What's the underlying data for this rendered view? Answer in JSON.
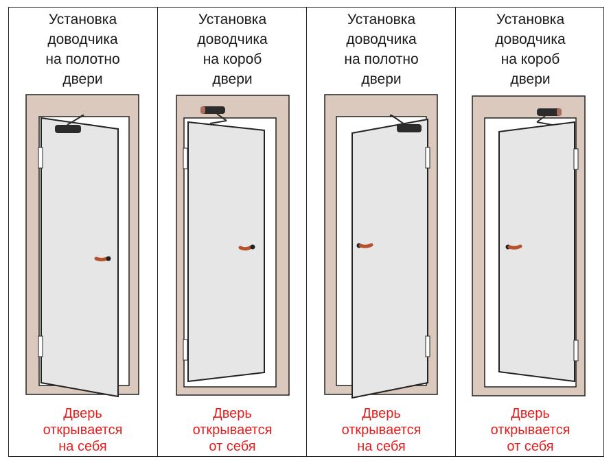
{
  "colors": {
    "frame": "#dcc9bd",
    "frame_stroke": "#222222",
    "leaf": "#e6e6e6",
    "closer": "#2b2b2b",
    "closer_frame": "#a86f5d",
    "handle": "#b5522c",
    "caption": "#e0201f"
  },
  "panels": [
    {
      "title": [
        "Установка",
        "доводчика",
        "на полотно",
        "двери"
      ],
      "caption": [
        "Дверь",
        "открывается",
        "на себя"
      ],
      "hinge_side": "left",
      "closer_mount": "leaf",
      "opening": "toward"
    },
    {
      "title": [
        "Установка",
        "доводчика",
        "на короб",
        "двери"
      ],
      "caption": [
        "Дверь",
        "открывается",
        "от себя"
      ],
      "hinge_side": "left",
      "closer_mount": "frame",
      "opening": "away"
    },
    {
      "title": [
        "Установка",
        "доводчика",
        "на полотно",
        "двери"
      ],
      "caption": [
        "Дверь",
        "открывается",
        "на себя"
      ],
      "hinge_side": "right",
      "closer_mount": "leaf",
      "opening": "toward"
    },
    {
      "title": [
        "Установка",
        "доводчика",
        "на короб",
        "двери"
      ],
      "caption": [
        "Дверь",
        "открывается",
        "от себя"
      ],
      "hinge_side": "right",
      "closer_mount": "frame",
      "opening": "away"
    }
  ]
}
